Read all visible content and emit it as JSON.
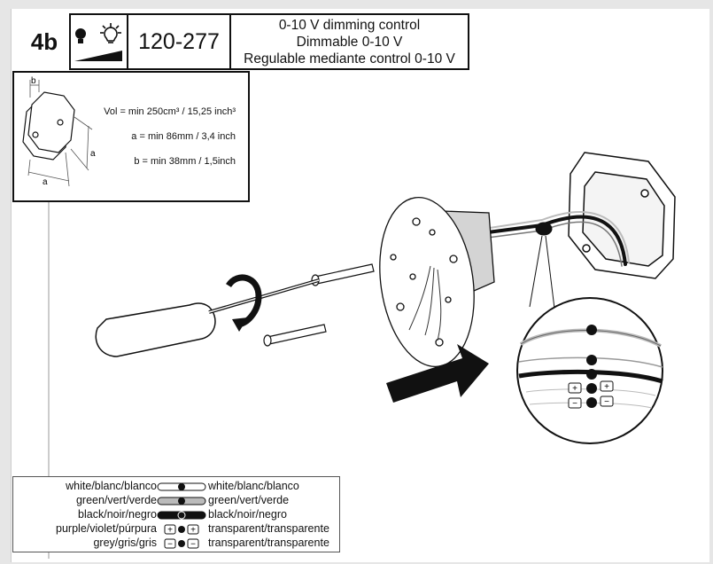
{
  "step_label": "4b",
  "header": {
    "voltage": "120-277 V",
    "dimming_lines": [
      "0-10 V dimming control",
      "Dimmable 0-10 V",
      "Regulable mediante control 0-10 V"
    ],
    "icons": [
      "bulb-icon",
      "sun-brightness-icon",
      "dimming-ramp-icon"
    ]
  },
  "box_spec": {
    "label_a": "a",
    "label_b": "b",
    "vol": "Vol = min 250cm³ / 15,25 inch³",
    "a_min": "a = min 86mm / 3,4 inch",
    "b_min": "b = min 38mm / 1,5inch"
  },
  "connector_labels": {
    "plus": "+",
    "minus": "−"
  },
  "legend": [
    {
      "left": "white/blanc/blanco",
      "right": "white/blanc/blanco",
      "style": "white"
    },
    {
      "left": "green/vert/verde",
      "right": "green/vert/verde",
      "style": "green"
    },
    {
      "left": "black/noir/negro",
      "right": "black/noir/negro",
      "style": "black"
    },
    {
      "left": "purple/violet/púrpura",
      "right": "transparent/transparente",
      "style": "plus"
    },
    {
      "left": "grey/gris/gris",
      "right": "transparent/transparente",
      "style": "minus"
    }
  ],
  "colors": {
    "line": "#111111",
    "wire_grey": "#b8b8b8",
    "fixture": "#ffffff",
    "background": "#e6e6e6"
  }
}
